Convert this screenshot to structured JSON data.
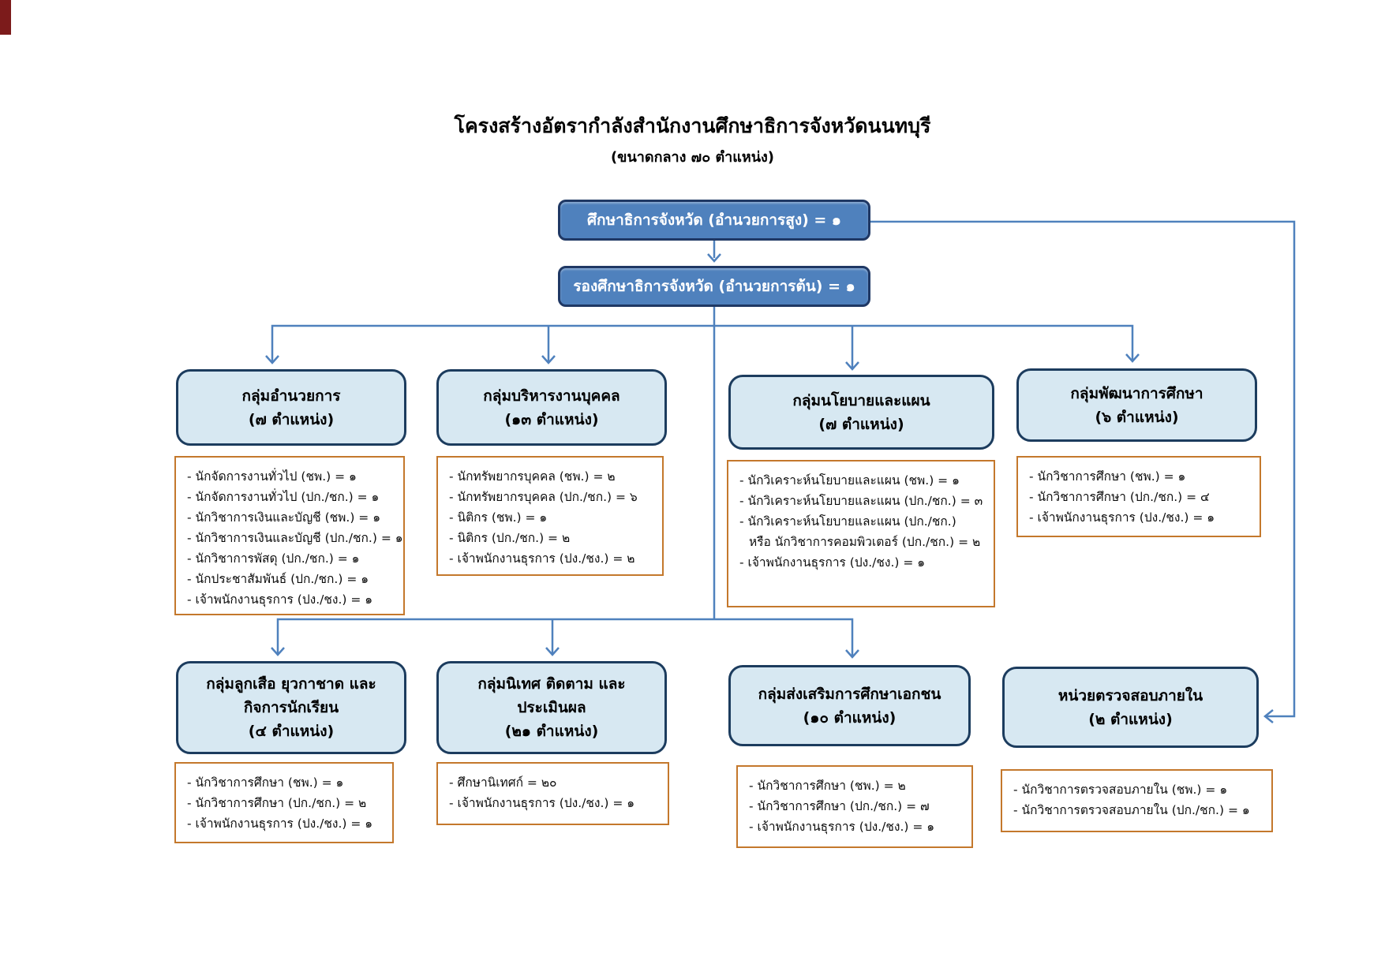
{
  "page": {
    "title": "โครงสร้างอัตรากำลังสำนักงานศึกษาธิการจังหวัดนนทบุรี",
    "subtitle": "(ขนาดกลาง ๗๐ ตำแหน่ง)"
  },
  "colors": {
    "node_fill": "#4f81bd",
    "node_border": "#1f3864",
    "group_fill": "#d7e8f2",
    "group_border": "#1c3c5e",
    "list_border": "#c4782c",
    "connector": "#4f81bd"
  },
  "top_nodes": {
    "provincial_education_officer": "ศึกษาธิการจังหวัด (อำนวยการสูง) = ๑",
    "deputy_provincial_education_officer": "รองศึกษาธิการจังหวัด (อำนวยการต้น) = ๑"
  },
  "groups": [
    {
      "title_lines": [
        "กลุ่มอำนวยการ",
        "(๗ ตำแหน่ง)"
      ],
      "items": [
        "- นักจัดการงานทั่วไป (ชพ.) = ๑",
        "- นักจัดการงานทั่วไป (ปก./ชก.) = ๑",
        "- นักวิชาการเงินและบัญชี (ชพ.) = ๑",
        "- นักวิชาการเงินและบัญชี (ปก./ชก.) = ๑",
        "- นักวิชาการพัสดุ (ปก./ชก.) = ๑",
        "- นักประชาสัมพันธ์ (ปก./ชก.) = ๑",
        "- เจ้าพนักงานธุรการ (ปง./ชง.) = ๑"
      ]
    },
    {
      "title_lines": [
        "กลุ่มบริหารงานบุคคล",
        "(๑๓ ตำแหน่ง)"
      ],
      "items": [
        "- นักทรัพยากรบุคคล (ชพ.) = ๒",
        "- นักทรัพยากรบุคคล (ปก./ชก.) = ๖",
        "- นิติกร (ชพ.) = ๑",
        "- นิติกร (ปก./ชก.) = ๒",
        "- เจ้าพนักงานธุรการ (ปง./ชง.) = ๒"
      ]
    },
    {
      "title_lines": [
        "กลุ่มนโยบายและแผน",
        "(๗ ตำแหน่ง)"
      ],
      "items": [
        "- นักวิเคราะห์นโยบายและแผน (ชพ.) = ๑",
        "- นักวิเคราะห์นโยบายและแผน (ปก./ชก.) = ๓",
        "- นักวิเคราะห์นโยบายและแผน (ปก./ชก.)",
        "หรือ นักวิชาการคอมพิวเตอร์ (ปก./ชก.) = ๒",
        "- เจ้าพนักงานธุรการ (ปง./ชง.) = ๑"
      ]
    },
    {
      "title_lines": [
        "กลุ่มพัฒนาการศึกษา",
        "(๖ ตำแหน่ง)"
      ],
      "items": [
        "- นักวิชาการศึกษา (ชพ.) = ๑",
        "- นักวิชาการศึกษา (ปก./ชก.) = ๔",
        "- เจ้าพนักงานธุรการ (ปง./ชง.) = ๑"
      ]
    },
    {
      "title_lines": [
        "กลุ่มลูกเสือ ยุวกาชาด และ",
        "กิจการนักเรียน",
        "(๔ ตำแหน่ง)"
      ],
      "items": [
        "- นักวิชาการศึกษา (ชพ.) = ๑",
        "- นักวิชาการศึกษา (ปก./ชก.) = ๒",
        "- เจ้าพนักงานธุรการ (ปง./ชง.) = ๑"
      ]
    },
    {
      "title_lines": [
        "กลุ่มนิเทศ ติดตาม และ",
        "ประเมินผล",
        "(๒๑ ตำแหน่ง)"
      ],
      "items": [
        "- ศึกษานิเทศก์ = ๒๐",
        "- เจ้าพนักงานธุรการ (ปง./ชง.) = ๑"
      ]
    },
    {
      "title_lines": [
        "กลุ่มส่งเสริมการศึกษาเอกชน",
        "(๑๐ ตำแหน่ง)"
      ],
      "items": [
        "- นักวิชาการศึกษา (ชพ.) = ๒",
        "- นักวิชาการศึกษา (ปก./ชก.) = ๗",
        "- เจ้าพนักงานธุรการ (ปง./ชง.) = ๑"
      ]
    },
    {
      "title_lines": [
        "หน่วยตรวจสอบภายใน",
        "(๒ ตำแหน่ง)"
      ],
      "items": [
        "- นักวิชาการตรวจสอบภายใน (ชพ.) = ๑",
        "- นักวิชาการตรวจสอบภายใน (ปก./ชก.) = ๑"
      ]
    }
  ]
}
